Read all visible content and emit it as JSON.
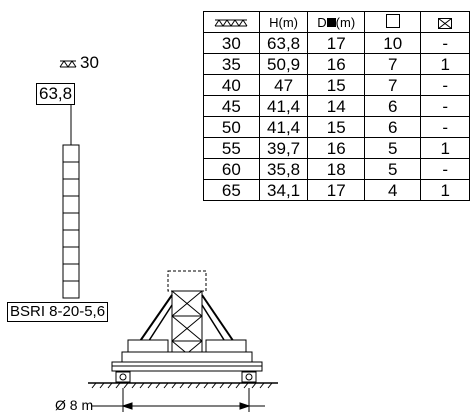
{
  "table": {
    "headers": [
      "boom-length-icon",
      "H(m)",
      "D(m)",
      "square-icon",
      "boxed-x-icon"
    ],
    "header_h": "H(m)",
    "header_d_prefix": "D",
    "header_d_suffix": "(m)",
    "rows": [
      [
        "30",
        "63,8",
        "17",
        "10",
        "-"
      ],
      [
        "35",
        "50,9",
        "16",
        "7",
        "1"
      ],
      [
        "40",
        "47",
        "15",
        "7",
        "-"
      ],
      [
        "45",
        "41,4",
        "14",
        "6",
        "-"
      ],
      [
        "50",
        "41,4",
        "15",
        "6",
        "-"
      ],
      [
        "55",
        "39,7",
        "16",
        "5",
        "1"
      ],
      [
        "60",
        "35,8",
        "18",
        "5",
        "-"
      ],
      [
        "65",
        "34,1",
        "17",
        "4",
        "1"
      ]
    ]
  },
  "labels": {
    "boom_value": "30",
    "height_value": "63,8",
    "model": "BSRI 8-20-5,6",
    "base_prefix": "Ø",
    "base_value": "8 m"
  }
}
